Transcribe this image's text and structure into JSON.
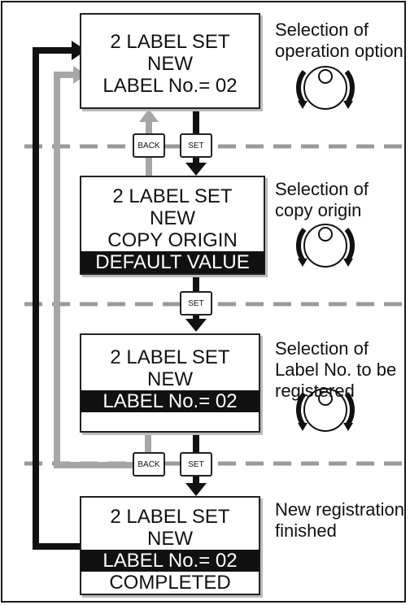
{
  "screens": [
    {
      "lines": [
        "2 LABEL SET",
        "NEW",
        "LABEL No.= 02"
      ],
      "highlight": []
    },
    {
      "lines": [
        "2 LABEL SET",
        "NEW",
        "COPY ORIGIN",
        "DEFAULT VALUE"
      ],
      "highlight": [
        3
      ]
    },
    {
      "lines": [
        "2 LABEL SET",
        "NEW",
        "LABEL No.= 02"
      ],
      "highlight": [
        2
      ]
    },
    {
      "lines": [
        "2 LABEL SET",
        "NEW",
        "LABEL No.= 02",
        "COMPLETED"
      ],
      "highlight": [
        2
      ]
    }
  ],
  "notes": [
    [
      "Selection of",
      "operation option"
    ],
    [
      "Selection of",
      "copy origin"
    ],
    [
      "Selection of",
      "Label No. to be",
      "registered"
    ],
    [
      "New registration",
      "finished"
    ]
  ],
  "buttons": {
    "back": "BACK",
    "set": "SET"
  },
  "colors": {
    "black": "#111111",
    "gray": "#a6a6a6",
    "dash": "#9a9a9a"
  }
}
